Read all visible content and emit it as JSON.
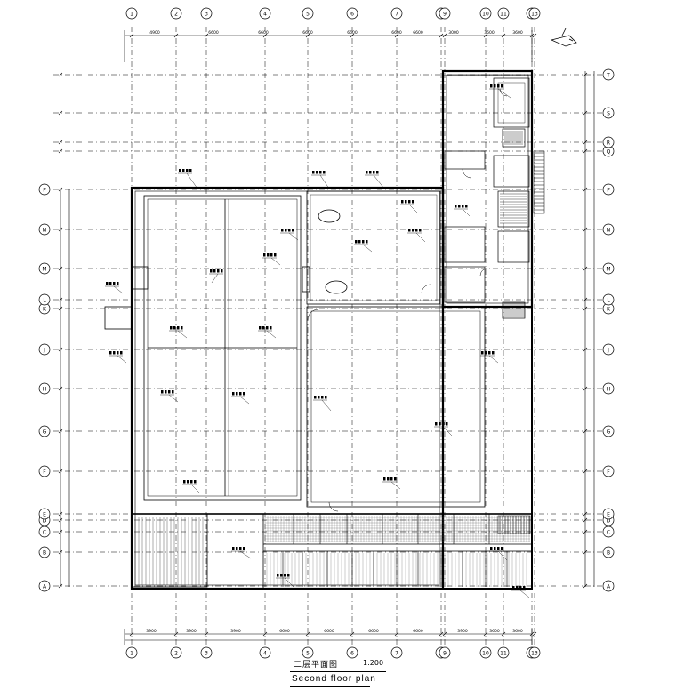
{
  "drawing": {
    "title_cn": "二层平面图",
    "scale": "1:200",
    "title_en": "Second floor plan"
  },
  "axes": {
    "columns": [
      "1",
      "2",
      "3",
      "4",
      "5",
      "6",
      "7",
      "8",
      "9",
      "10",
      "11",
      "12",
      "13"
    ],
    "rows": [
      "A",
      "B",
      "C",
      "D",
      "E",
      "F",
      "G",
      "H",
      "J",
      "K",
      "L",
      "M",
      "N",
      "P",
      "Q",
      "R",
      "S",
      "T"
    ]
  },
  "dimensions": {
    "top_segments": [
      "4900",
      "6600",
      "6600",
      "6600",
      "6600",
      "6600",
      "6600",
      "3000",
      "3600",
      "3600"
    ],
    "bottom_segments": [
      "3900",
      "3900",
      "3900",
      "6600",
      "6600",
      "6600",
      "6600",
      "3900",
      "3600",
      "3600"
    ]
  },
  "colors": {
    "line": "#000000",
    "background": "#ffffff",
    "hatch": "#333333"
  }
}
